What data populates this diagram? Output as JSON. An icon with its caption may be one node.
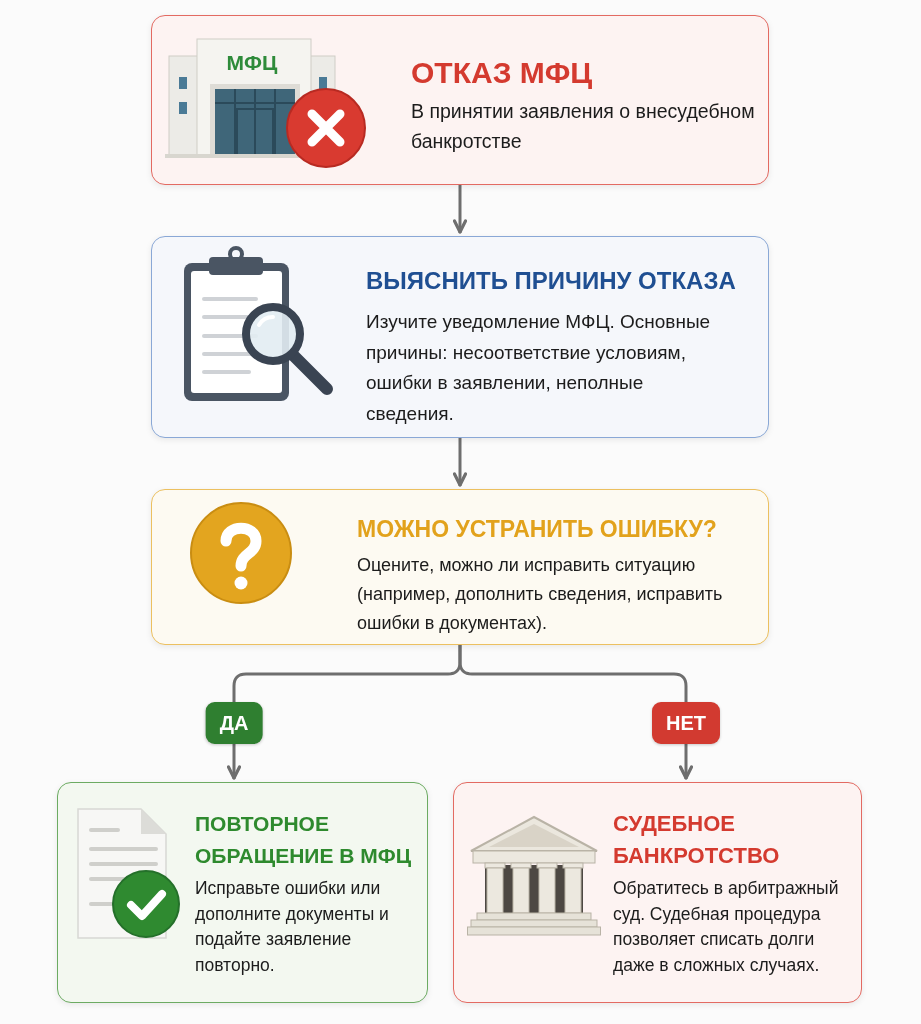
{
  "diagram": {
    "nodes": [
      {
        "text": [
          "ОТКАЗ МФЦ",
          "В принятии заявления о внесудебном банкротстве"
        ]
      },
      {
        "text": [
          "ВЫЯСНИТЬ ПРИЧИНУ ОТКАЗА",
          "Изучите уведомление МФЦ. Основные причины: несоответствие условиям, ошибки в заявлении, неполные сведения."
        ]
      },
      {
        "text": [
          "МОЖНО УСТРАНИТЬ ОШИБКУ?",
          "Оцените, можно ли исправить ситуацию (например, дополнить сведения, исправить ошибки в документах)."
        ]
      },
      {
        "text": [
          "ПОВТОРНОЕ ОБРАЩЕНИЕ В МФЦ",
          "Исправьте ошибки или дополните документы и подайте заявление повторно."
        ]
      },
      {
        "text": [
          "СУДЕБНОЕ БАНКРОТСТВО",
          "Обратитесь в арбитражный суд. Судебная процедура позволяет списать долги даже в сложных случаях."
        ]
      }
    ],
    "edges": [
      {
        "from": 0,
        "to": 1,
        "arrow": "to"
      },
      {
        "from": 1,
        "to": 2,
        "arrow": "to"
      },
      {
        "from": 2,
        "to": 3,
        "arrow": "to",
        "label": "ДА"
      },
      {
        "from": 2,
        "to": 4,
        "arrow": "to",
        "label": "НЕТ"
      }
    ],
    "labels": [
      "МФЦ"
    ]
  }
}
